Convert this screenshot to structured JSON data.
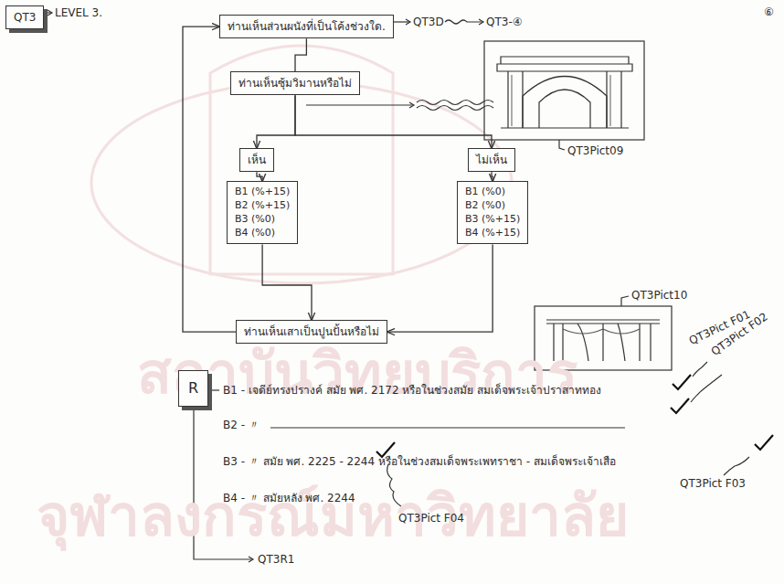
{
  "diagram": {
    "nodes": [
      {
        "text": [
          "QT3"
        ]
      },
      {
        "text": [
          "ท่านเห็นส่วนผนังที่เป็นโค้งช่วงใด."
        ]
      },
      {
        "text": [
          "ท่านเห็นซุ้มวิมานหรือไม่"
        ]
      },
      {
        "text": [
          "เห็น"
        ]
      },
      {
        "text": [
          "B1 (%+15)",
          "B2 (%+15)",
          "B3 (%0)",
          "B4 (%0)"
        ]
      },
      {
        "text": [
          "ไม่เห็น"
        ]
      },
      {
        "text": [
          "B1 (%0)",
          "B2 (%0)",
          "B3 (%+15)",
          "B4 (%+15)"
        ]
      },
      {
        "text": [
          "ท่านเห็นเสาเป็นปูนปั้นหรือไม่"
        ]
      },
      {
        "text": [
          "R"
        ]
      }
    ],
    "edges": [
      {
        "from": 1,
        "to": 2,
        "arrow": "none"
      },
      {
        "from": 2,
        "to": 3,
        "arrow": "to"
      },
      {
        "from": 2,
        "to": 5,
        "arrow": "to"
      },
      {
        "from": 3,
        "to": 4,
        "arrow": "to"
      },
      {
        "from": 5,
        "to": 6,
        "arrow": "to"
      },
      {
        "from": 4,
        "to": 7,
        "arrow": "to"
      },
      {
        "from": 6,
        "to": 7,
        "arrow": "to"
      },
      {
        "from": 7,
        "to": 1,
        "arrow": "to"
      }
    ],
    "labels": [
      "สถาบันวิทยบริการ",
      "จุฬาลงกรณ์มหาวิทยาลัย",
      "LEVEL 3.",
      "QT3D",
      "QT3-④",
      "⑥",
      "QT3Pict09",
      "QT3Pict10",
      "B1 - เจดีย์ทรงปรางค์ สมัย พศ. 2172 หรือในช่วงสมัย สมเด็จพระเจ้าปราสาททอง",
      "B2 - 〃",
      "B3 - 〃 สมัย พศ. 2225 - 2244 หรือในช่วงสมเด็จพระเพทราชา - สมเด็จพระเจ้าเสือ",
      "B4 - 〃 สมัยหลัง พศ. 2244",
      "QT3Pict F01",
      "QT3Pict F02",
      "QT3Pict F03",
      "QT3Pict F04",
      "QT3R1"
    ]
  }
}
